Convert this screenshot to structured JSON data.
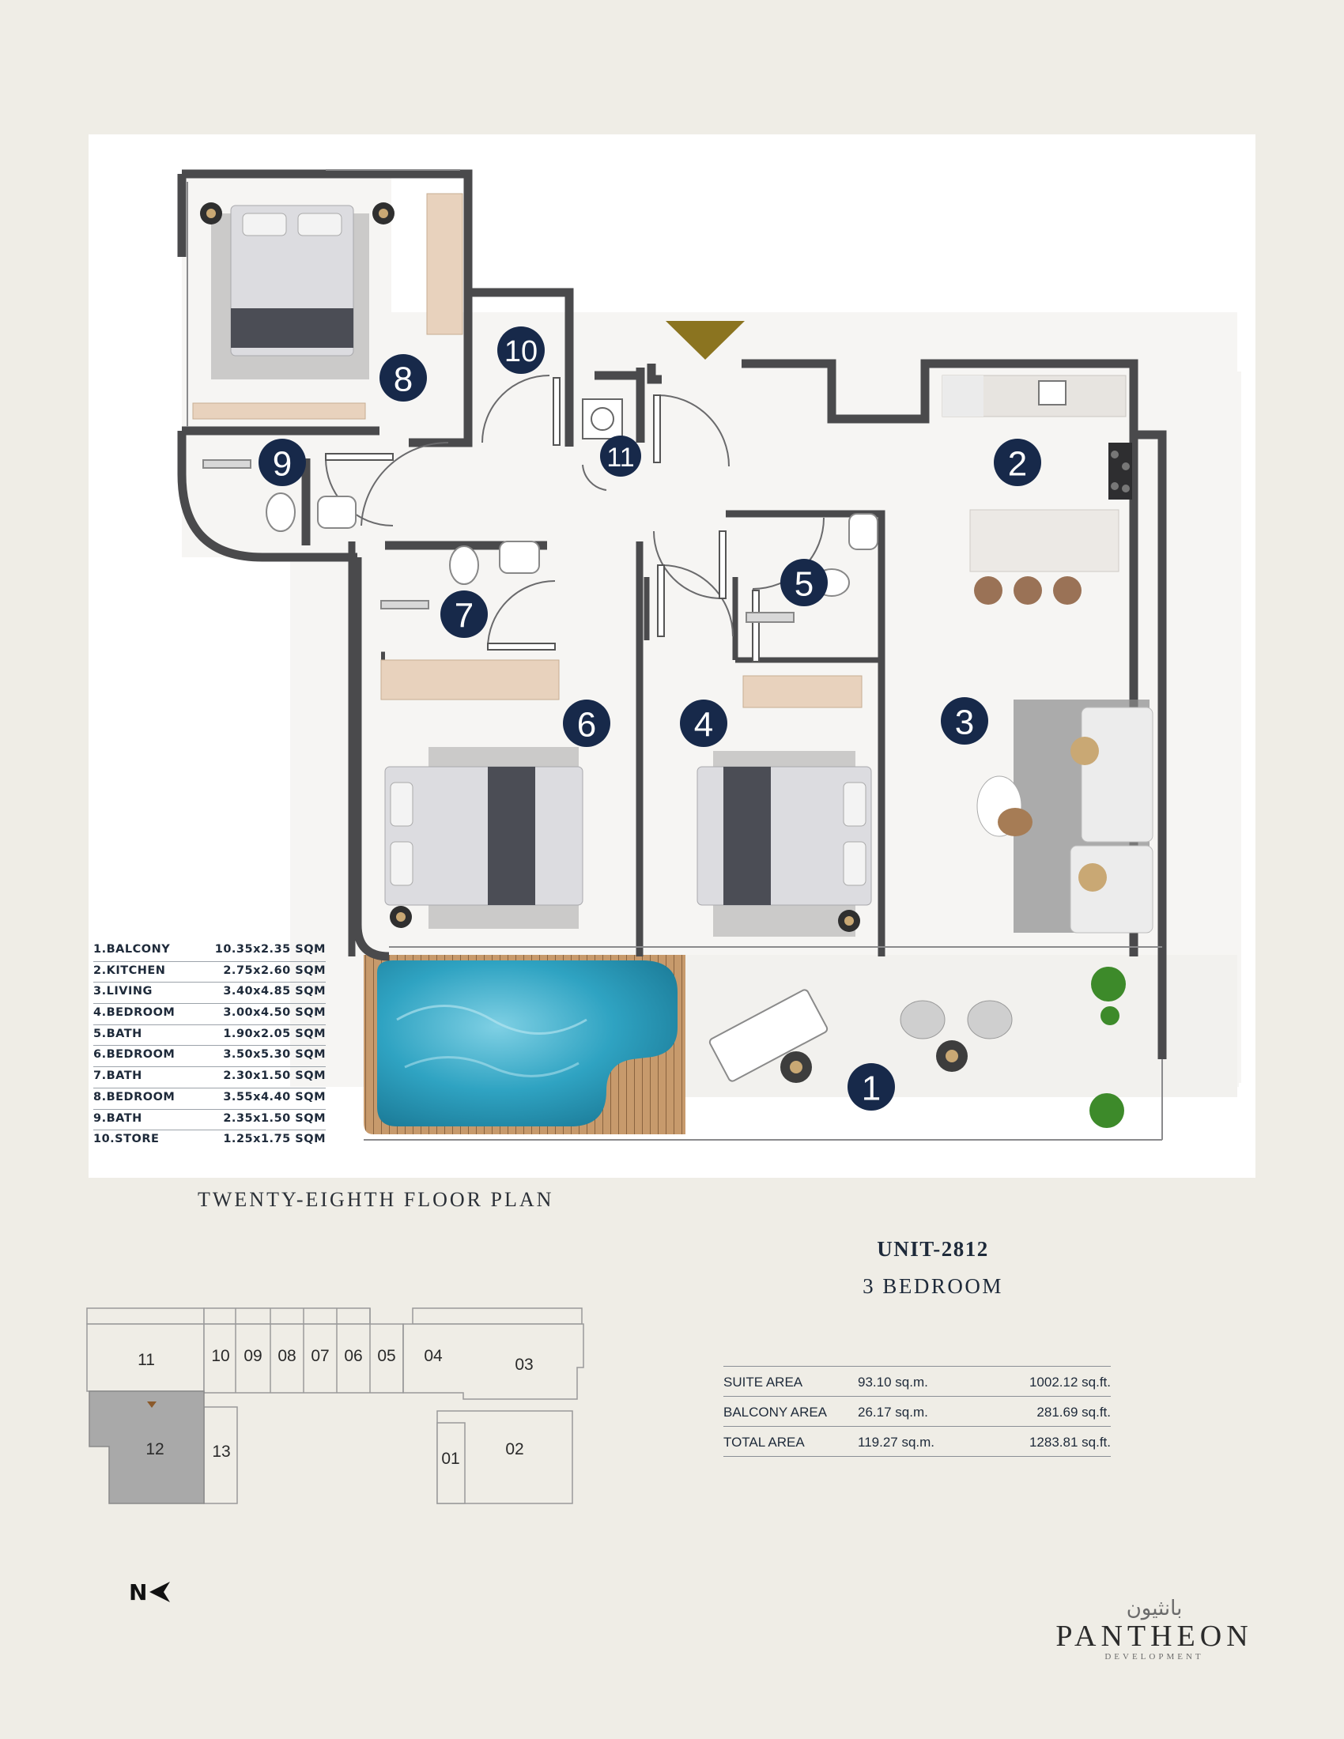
{
  "plan": {
    "room_numbers": [
      "1",
      "2",
      "3",
      "4",
      "5",
      "6",
      "7",
      "8",
      "9",
      "10",
      "11"
    ],
    "schedule": [
      {
        "name": "1.BALCONY",
        "size": "10.35x2.35 SQM"
      },
      {
        "name": "2.KITCHEN",
        "size": "2.75x2.60 SQM"
      },
      {
        "name": "3.LIVING",
        "size": "3.40x4.85 SQM"
      },
      {
        "name": "4.BEDROOM",
        "size": "3.00x4.50 SQM"
      },
      {
        "name": "5.BATH",
        "size": "1.90x2.05 SQM"
      },
      {
        "name": "6.BEDROOM",
        "size": "3.50x5.30 SQM"
      },
      {
        "name": "7.BATH",
        "size": "2.30x1.50 SQM"
      },
      {
        "name": "8.BEDROOM",
        "size": "3.55x4.40 SQM"
      },
      {
        "name": "9.BATH",
        "size": "2.35x1.50 SQM"
      },
      {
        "name": "10.STORE",
        "size": "1.25x1.75 SQM"
      }
    ]
  },
  "floor_title": "TWENTY-EIGHTH FLOOR PLAN",
  "unit": {
    "number": "UNIT-2812",
    "type": "3 BEDROOM"
  },
  "areas": [
    {
      "label": "SUITE AREA",
      "sqm": "93.10 sq.m.",
      "sqft": "1002.12 sq.ft."
    },
    {
      "label": "BALCONY AREA",
      "sqm": "26.17 sq.m.",
      "sqft": "281.69 sq.ft."
    },
    {
      "label": "TOTAL AREA",
      "sqm": "119.27 sq.m.",
      "sqft": "1283.81 sq.ft."
    }
  ],
  "keyplan": {
    "unit_labels": [
      "11",
      "10",
      "09",
      "08",
      "07",
      "06",
      "05",
      "04",
      "03",
      "12",
      "13",
      "01",
      "02"
    ],
    "highlighted_unit": "12"
  },
  "north": "N",
  "brand": {
    "arabic": "بانثيون",
    "name": "PANTHEON",
    "sub": "DEVELOPMENT"
  },
  "colors": {
    "marker": "#17294a",
    "entry_triangle": "#8b7420",
    "pool": "#2fa3c2",
    "wall": "#4a4a4c",
    "background": "#efede6",
    "keyplan_highlight": "#a9a9a9"
  }
}
